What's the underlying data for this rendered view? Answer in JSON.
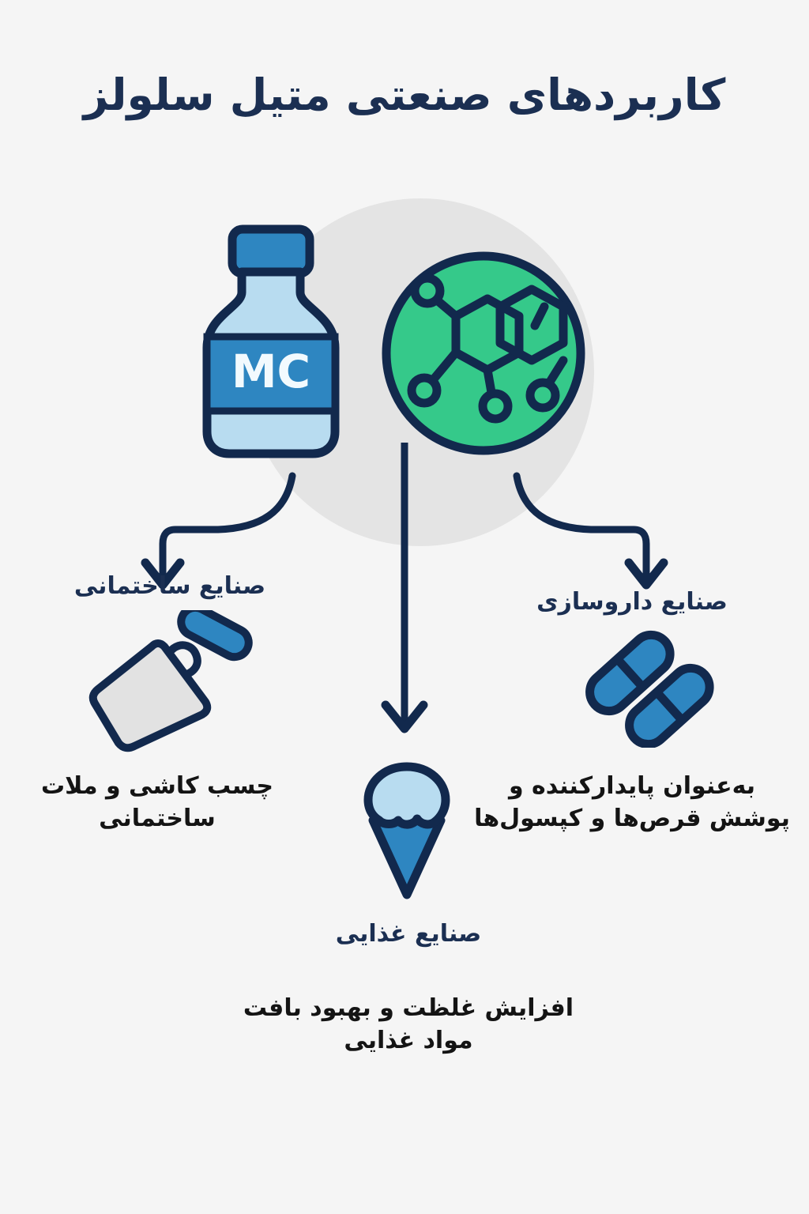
{
  "page": {
    "title": "کاربردهای صنعتی متیل سلولز",
    "background_color": "#f5f5f5",
    "accent_navy": "#12294d",
    "accent_blue": "#2e86c1",
    "accent_light_blue": "#b8dcf0",
    "accent_green": "#35c98a",
    "accent_gray": "#e4e4e4"
  },
  "hero": {
    "bottle": {
      "icon": "medicine-bottle-icon",
      "label_text": "MC",
      "body_color": "#b8dcf0",
      "band_color": "#2e86c1",
      "cap_color": "#2e86c1",
      "outline_color": "#12294d"
    },
    "molecule": {
      "icon": "molecule-circle-icon",
      "circle_color": "#35c98a",
      "outline_color": "#12294d"
    }
  },
  "branches": [
    {
      "id": "construction",
      "heading": "صنایع ساختمانی",
      "description": "چسب کاشی و ملات ساختمانی",
      "icon": "trowel-icon",
      "icon_blade_color": "#e2e2e2",
      "icon_handle_color": "#2e86c1"
    },
    {
      "id": "food",
      "heading": "صنایع غذایی",
      "description": "افزایش غلظت و بهبود بافت مواد غذایی",
      "icon": "ice-cream-cone-icon",
      "icon_scoop_color": "#b8dcf0",
      "icon_cone_color": "#2e86c1"
    },
    {
      "id": "pharmaceutical",
      "heading": "صنایع داروسازی",
      "description": "به‌عنوان پایدارکننده و پوشش قرص‌ها و کپسول‌ها",
      "icon": "capsule-pills-icon",
      "icon_color": "#2e86c1"
    }
  ]
}
